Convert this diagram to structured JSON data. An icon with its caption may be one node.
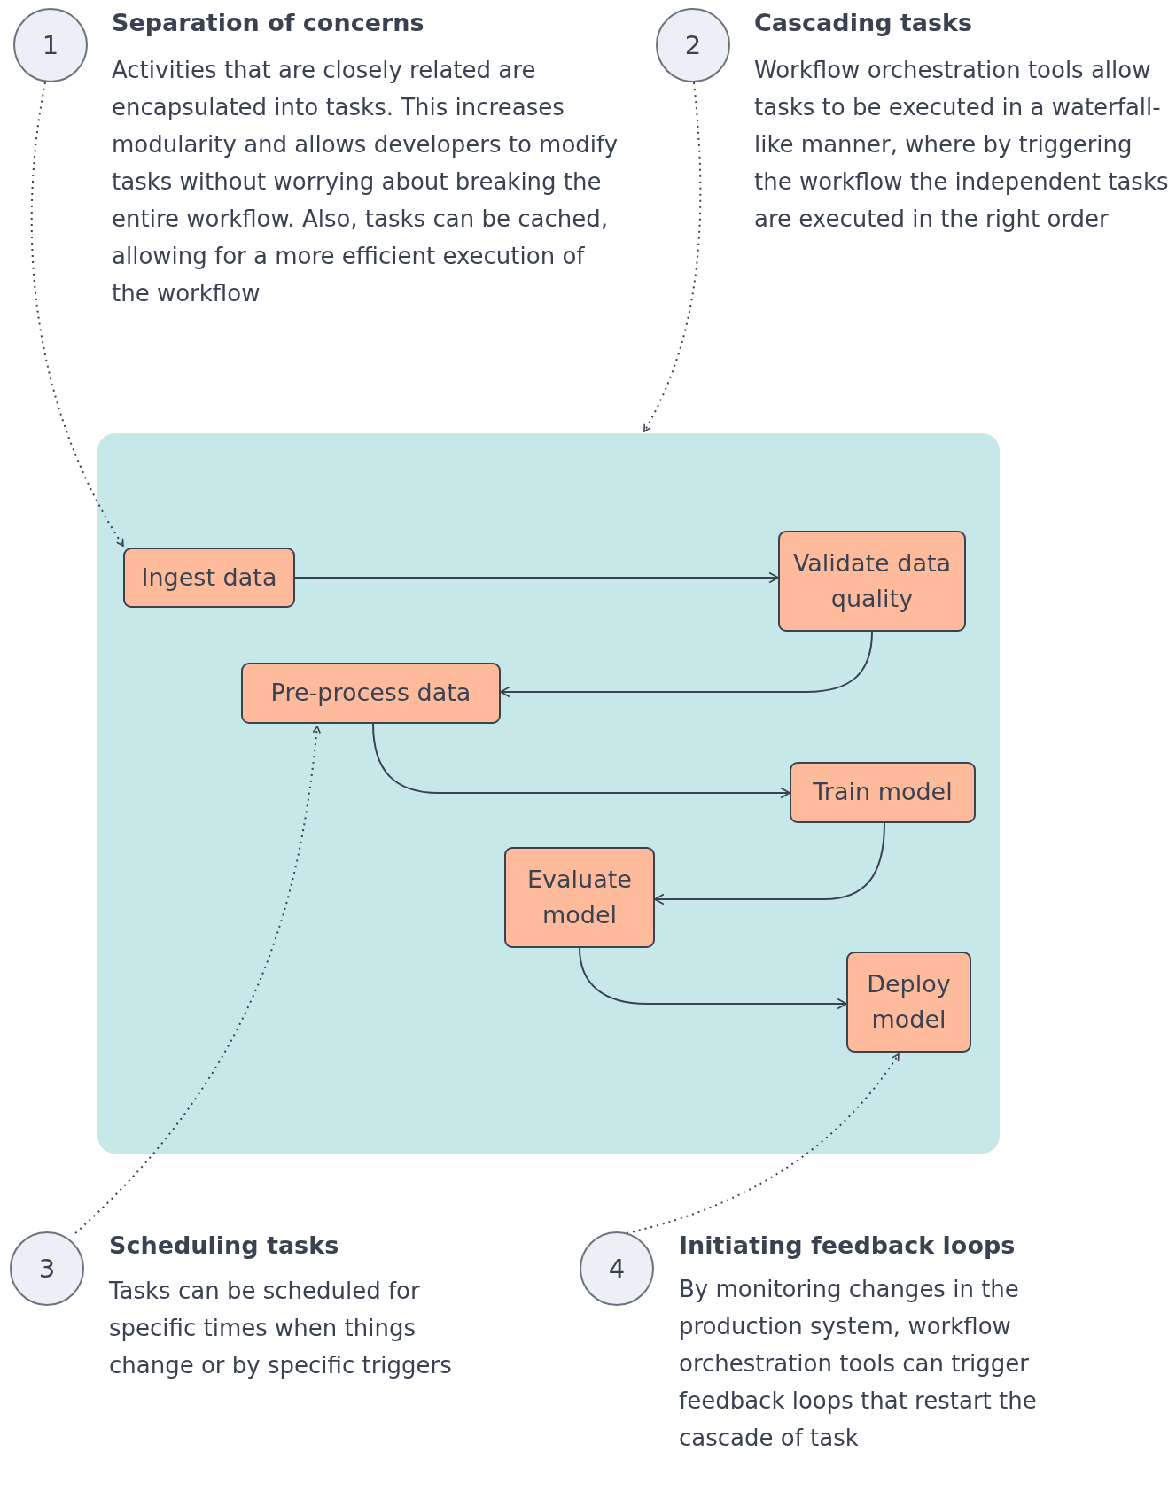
{
  "diagram": {
    "nodes": [
      {
        "text": [
          "1"
        ],
        "beside": [
          "Separation of concerns",
          "Activities that are closely related are encapsulated into tasks. This increases modularity and allows developers to modify tasks without worrying about breaking the entire workflow. Also, tasks can be cached, allowing for a more efficient execution of the workflow"
        ]
      },
      {
        "text": [
          "2"
        ],
        "beside": [
          "Cascading tasks",
          "Workflow orchestration tools allow tasks to be executed in a waterfall-like manner, where by triggering the workflow the independent tasks are executed in the right order"
        ]
      },
      {
        "text": [],
        "shape": "box"
      },
      {
        "text": [
          "Ingest data"
        ],
        "in": 2
      },
      {
        "text": [
          "Validate data quality"
        ],
        "in": 2
      },
      {
        "text": [
          "Pre-process data"
        ],
        "in": 2
      },
      {
        "text": [
          "Train model"
        ],
        "in": 2
      },
      {
        "text": [
          "Evaluate model"
        ],
        "in": 2
      },
      {
        "text": [
          "Deploy model"
        ],
        "in": 2
      },
      {
        "text": [
          "3"
        ],
        "beside": [
          "Scheduling tasks",
          "Tasks can be scheduled for specific times when things change or by specific triggers"
        ]
      },
      {
        "text": [
          "4"
        ],
        "beside": [
          "Initiating feedback loops",
          "By monitoring changes in the production system, workflow orchestration tools can trigger feedback loops that restart the cascade of task"
        ]
      }
    ],
    "edges": [
      {
        "from": 3,
        "to": 4,
        "arrow": "to"
      },
      {
        "from": 4,
        "to": 5,
        "arrow": "to"
      },
      {
        "from": 5,
        "to": 6,
        "arrow": "to"
      },
      {
        "from": 6,
        "to": 7,
        "arrow": "to"
      },
      {
        "from": 7,
        "to": 8,
        "arrow": "to"
      },
      {
        "from": 0,
        "to": 3,
        "arrow": "to",
        "style": "dashed"
      },
      {
        "from": 1,
        "to": 2,
        "arrow": "to",
        "style": "dashed"
      },
      {
        "from": 9,
        "to": 5,
        "arrow": "to",
        "style": "dashed"
      },
      {
        "from": 10,
        "to": 8,
        "arrow": "to",
        "style": "dashed"
      }
    ]
  }
}
